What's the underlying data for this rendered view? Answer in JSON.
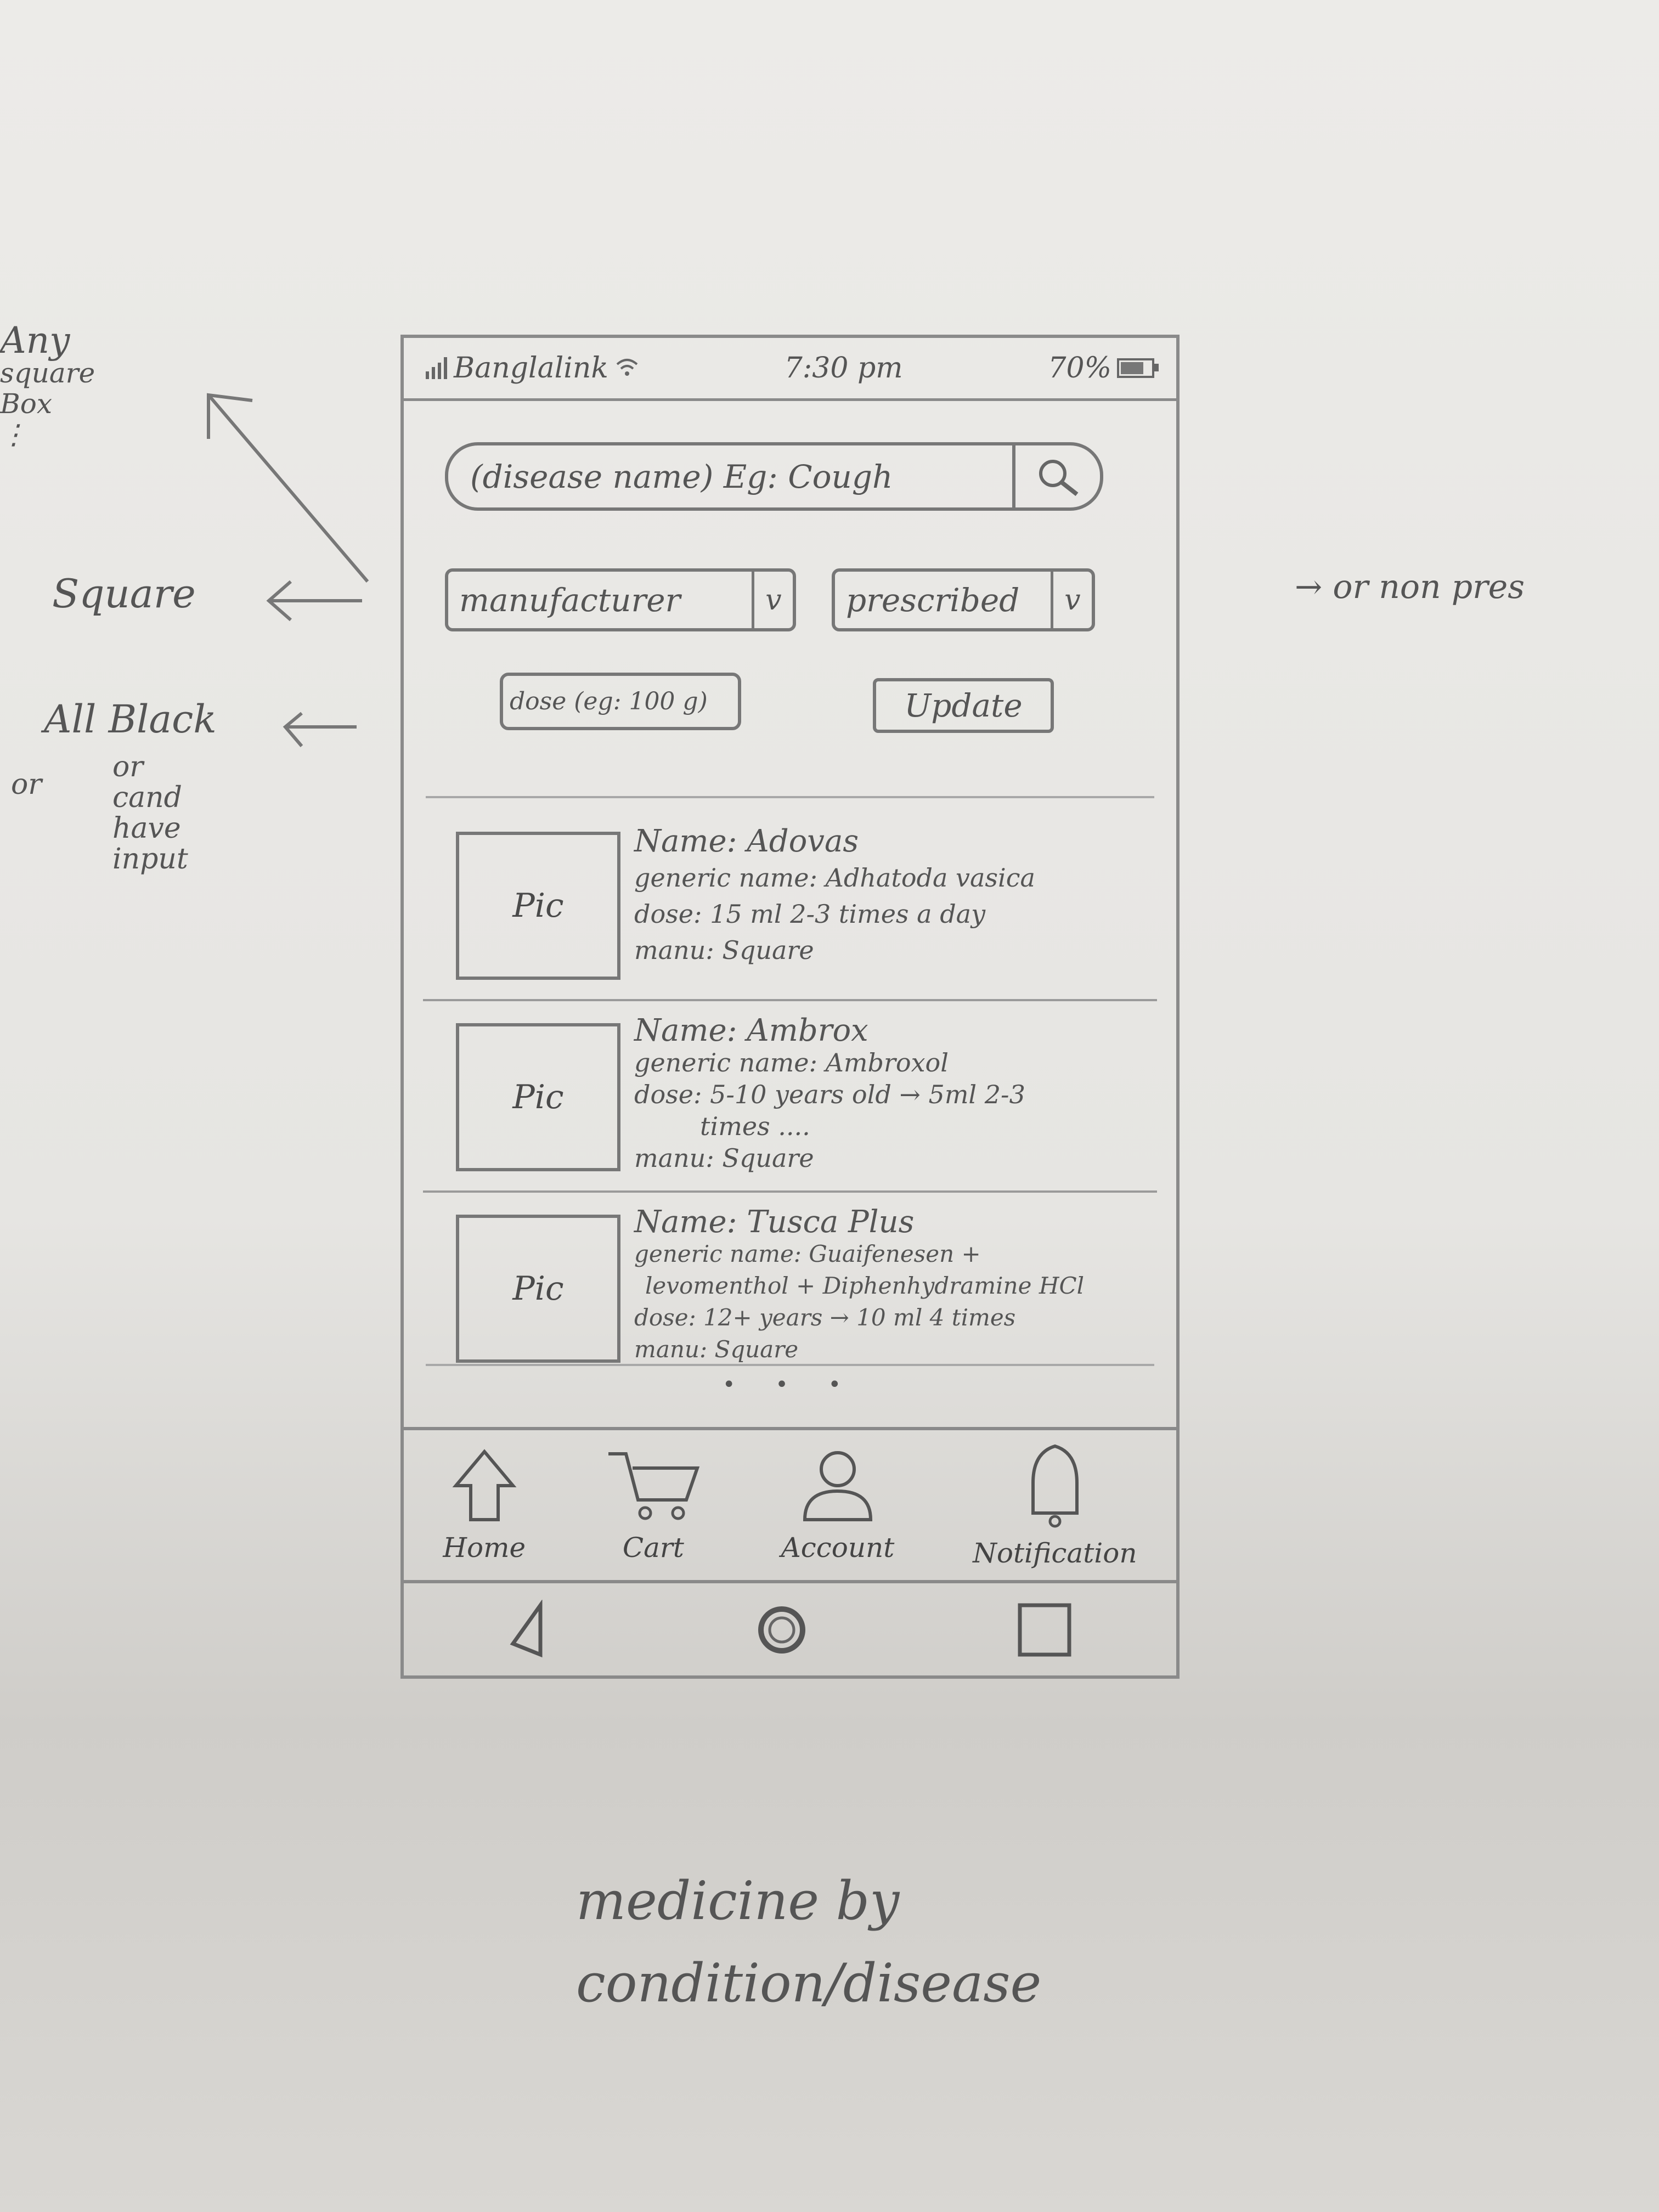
{
  "annotations": {
    "any_square_box": [
      "Any",
      "square",
      "Box",
      "⋮"
    ],
    "square": "Square",
    "all_black": "All Black",
    "or": "or",
    "cant_have_input": [
      "or",
      "cand",
      "have",
      "input"
    ],
    "or_non_prescribed": "→ or non pres",
    "caption": [
      "medicine by",
      "condition/disease"
    ]
  },
  "statusbar": {
    "carrier": "Banglalink",
    "time": "7:30 pm",
    "battery": "70%"
  },
  "search": {
    "placeholder": "(disease name) Eg: Cough"
  },
  "filters": {
    "manufacturer_label": "manufacturer",
    "prescribed_label": "prescribed",
    "chevron": "v",
    "dose_placeholder": "dose (eg: 100 g)",
    "update_label": "Update"
  },
  "medicines": [
    {
      "pic": "Pic",
      "name": "Name: Adovas",
      "generic": "generic name: Adhatoda vasica",
      "dose": "dose: 15 ml 2-3 times a day",
      "dose2": "",
      "manu": "manu: Square"
    },
    {
      "pic": "Pic",
      "name": "Name: Ambrox",
      "generic": "generic name: Ambroxol",
      "dose": "dose: 5-10 years old → 5ml 2-3",
      "dose2": "times ....",
      "manu": "manu: Square"
    },
    {
      "pic": "Pic",
      "name": "Name: Tusca Plus",
      "generic": "generic name: Guaifenesen +",
      "dose": "levomenthol + Diphenhydramine HCl",
      "dose2": "dose: 12+ years → 10 ml 4 times",
      "manu": "manu: Square"
    }
  ],
  "more_indicator": "• • •",
  "tabs": [
    {
      "label": "Home",
      "icon": "home-icon"
    },
    {
      "label": "Cart",
      "icon": "cart-icon"
    },
    {
      "label": "Account",
      "icon": "account-icon"
    },
    {
      "label": "Notification",
      "icon": "bell-icon"
    }
  ],
  "system_nav": [
    "back-icon",
    "home-circle-icon",
    "recents-icon"
  ]
}
